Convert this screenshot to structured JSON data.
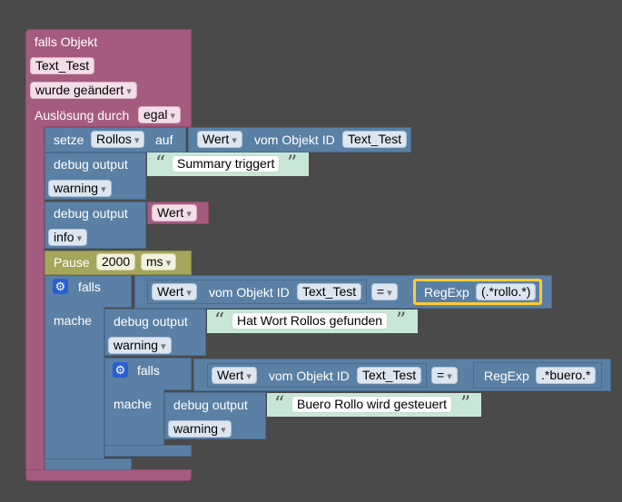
{
  "trigger": {
    "title": "falls Objekt",
    "object_id": "Text_Test",
    "condition": "wurde geändert",
    "trigger_label": "Auslösung durch",
    "trigger_value": "egal"
  },
  "set_block": {
    "label": "setze",
    "variable": "Rollos",
    "to_label": "auf",
    "value_field": "Wert",
    "from_label": "vom Objekt ID",
    "object_id": "Text_Test"
  },
  "debug1": {
    "label": "debug output",
    "text": "Summary triggert",
    "level": "warning"
  },
  "debug2": {
    "label": "debug output",
    "variable": "Wert",
    "level": "info"
  },
  "pause": {
    "label": "Pause",
    "value": "2000",
    "unit": "ms"
  },
  "if1": {
    "if_label": "falls",
    "do_label": "mache",
    "value_field": "Wert",
    "from_label": "vom Objekt ID",
    "object_id": "Text_Test",
    "operator": "=",
    "regexp_label": "RegExp",
    "regexp_value": "(.*rollo.*)"
  },
  "debug3": {
    "label": "debug output",
    "text": "Hat Wort Rollos gefunden",
    "level": "warning"
  },
  "if2": {
    "if_label": "falls",
    "do_label": "mache",
    "value_field": "Wert",
    "from_label": "vom Objekt ID",
    "object_id": "Text_Test",
    "operator": "=",
    "regexp_label": "RegExp",
    "regexp_value": ".*buero.*"
  },
  "debug4": {
    "label": "debug output",
    "text": "Buero Rollo wird gesteuert",
    "level": "warning"
  },
  "colors": {
    "trigger": "#a55b80",
    "logic": "#5b80a5",
    "pause": "#a5a55b",
    "string": "#c8e6d5",
    "selected": "#fc3"
  }
}
